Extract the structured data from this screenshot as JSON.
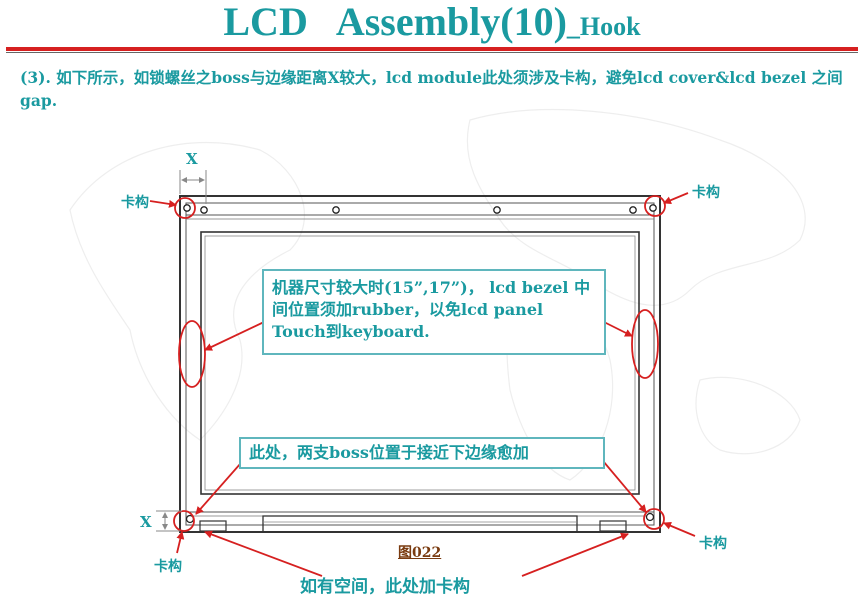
{
  "title": {
    "main": "LCD",
    "main2": "Assembly(10)",
    "suffix": "_Hook"
  },
  "intro": "(3). 如下所示，如锁螺丝之boss与边缘距离X较大，lcd module此处须涉及卡构，避免lcd cover&lcd bezel 之间gap.",
  "callouts": {
    "rubber": "机器尺寸较大时(15”,17”)， lcd bezel 中间位置须加rubber，以免lcd panel Touch到keyboard.",
    "boss": "此处，两支boss位置于接近下边缘愈加"
  },
  "labels": {
    "hook_top_left": "卡构",
    "hook_top_right": "卡构",
    "hook_bottom_left": "卡构",
    "hook_bottom_right": "卡构",
    "x_top": "X",
    "x_left": "X",
    "figure": "图022",
    "bottom_note": "如有空间，此处加卡构"
  },
  "colors": {
    "teal": "#1a9aa0",
    "red": "#d62020",
    "callout_border": "#5fb6bd",
    "figure_caption": "#7a3b10"
  }
}
